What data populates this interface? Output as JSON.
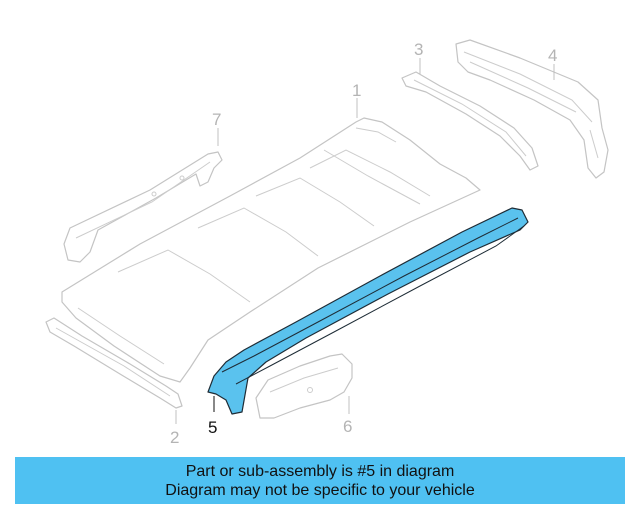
{
  "callouts": {
    "c1": "1",
    "c2": "2",
    "c3": "3",
    "c4": "4",
    "c5": "5",
    "c6": "6",
    "c7": "7"
  },
  "highlighted_part": "5",
  "colors": {
    "highlight_fill": "#5ac2ee",
    "banner_background": "#4fc1f2",
    "part_outline": "#c4c4c4"
  },
  "banner": {
    "line1": "Part or sub-assembly is #5 in diagram",
    "line2": "Diagram may not be specific to your vehicle"
  }
}
